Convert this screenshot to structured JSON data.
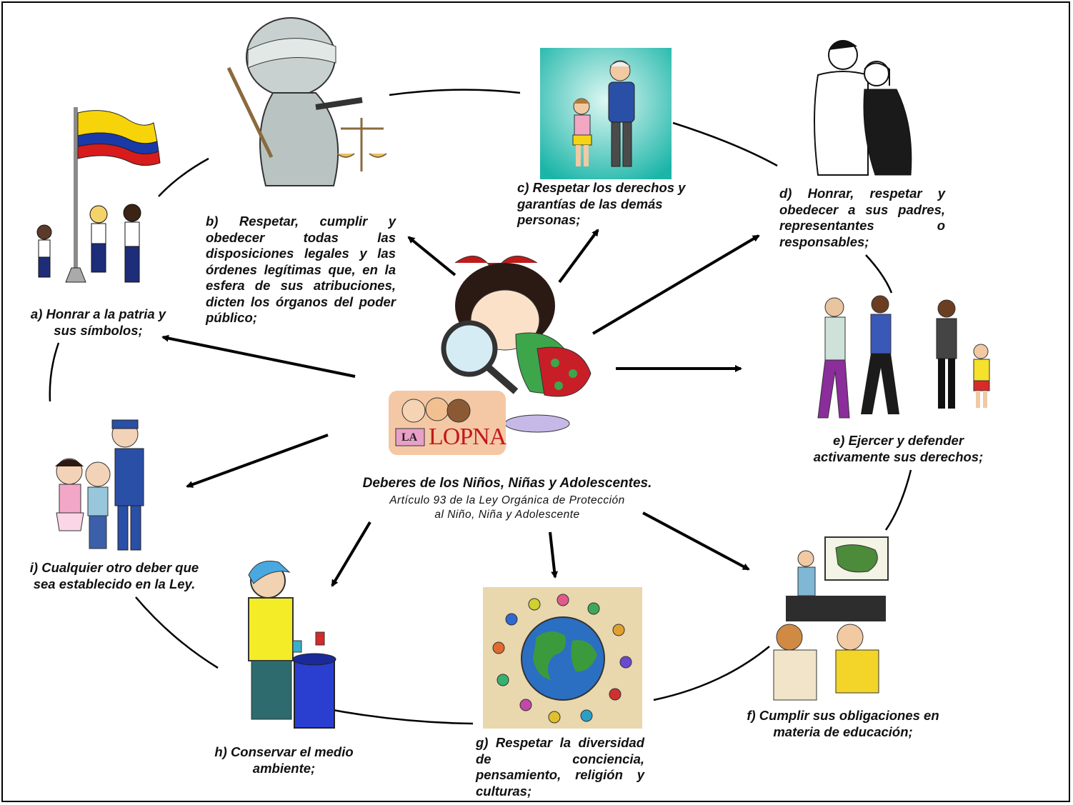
{
  "title": "Deberes de los Niños, Niñas y Adolescentes.",
  "subtitle_line1": "Artículo 93 de la Ley Orgánica de Protección",
  "subtitle_line2": "al Niño, Niña y Adolescente",
  "logo": {
    "la": "LA",
    "name": "LOPNA"
  },
  "duties": {
    "a": "a) Honrar a la patria y sus símbolos;",
    "b": "b) Respetar, cumplir y obedecer todas las disposiciones legales y las órdenes legítimas que, en la esfera de sus atribuciones, dicten los órganos del poder público;",
    "c": "c) Respetar los derechos y garantías de las demás personas;",
    "d": "d) Honrar, respetar y obedecer a sus padres, representantes o responsables;",
    "e": "e) Ejercer y defender activamente sus derechos;",
    "f": "f) Cumplir sus obligaciones en materia de educación;",
    "g": "g) Respetar la diversidad de conciencia, pensamiento, religión y culturas;",
    "h": "h) Conservar el medio ambiente;",
    "i": "i) Cualquier otro deber que sea establecido en la Ley."
  },
  "colors": {
    "flag_yellow": "#f6d409",
    "flag_blue": "#1a3aa8",
    "flag_red": "#d81b1b",
    "teal": "#1bb5a8",
    "globe_blue": "#2b6fc2",
    "globe_green": "#3b9b3c",
    "parchment": "#e9d7ad"
  }
}
